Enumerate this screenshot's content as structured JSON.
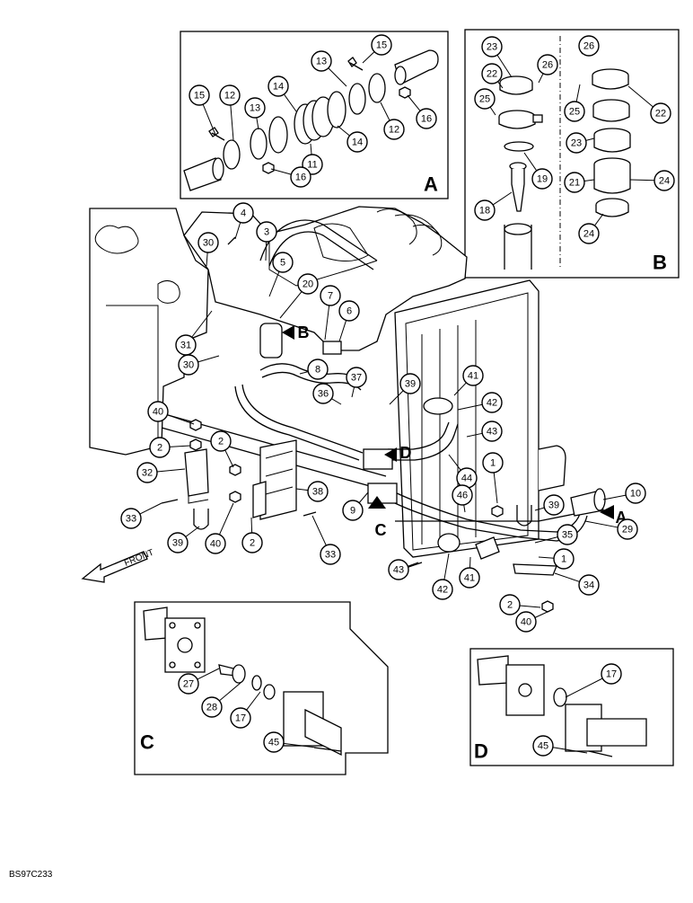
{
  "diagram": {
    "ref_code": "BS97C233",
    "front_label": "FRONT",
    "view_letters": [
      "A",
      "B",
      "C",
      "D"
    ],
    "callouts": [
      {
        "id": "c15a",
        "label": "15"
      },
      {
        "id": "c13a",
        "label": "13"
      },
      {
        "id": "c14a",
        "label": "14"
      },
      {
        "id": "c15b",
        "label": "15"
      },
      {
        "id": "c12a",
        "label": "12"
      },
      {
        "id": "c13b",
        "label": "13"
      },
      {
        "id": "c16a",
        "label": "16"
      },
      {
        "id": "c12b",
        "label": "12"
      },
      {
        "id": "c14b",
        "label": "14"
      },
      {
        "id": "c11",
        "label": "11"
      },
      {
        "id": "c16b",
        "label": "16"
      },
      {
        "id": "c23a",
        "label": "23"
      },
      {
        "id": "c22a",
        "label": "22"
      },
      {
        "id": "c26a",
        "label": "26"
      },
      {
        "id": "c25a",
        "label": "25"
      },
      {
        "id": "c19",
        "label": "19"
      },
      {
        "id": "c18",
        "label": "18"
      },
      {
        "id": "c26b",
        "label": "26"
      },
      {
        "id": "c25b",
        "label": "25"
      },
      {
        "id": "c22b",
        "label": "22"
      },
      {
        "id": "c23b",
        "label": "23"
      },
      {
        "id": "c21",
        "label": "21"
      },
      {
        "id": "c24a",
        "label": "24"
      },
      {
        "id": "c24b",
        "label": "24"
      },
      {
        "id": "c4",
        "label": "4"
      },
      {
        "id": "c30a",
        "label": "30"
      },
      {
        "id": "c3",
        "label": "3"
      },
      {
        "id": "c5",
        "label": "5"
      },
      {
        "id": "c20",
        "label": "20"
      },
      {
        "id": "c7",
        "label": "7"
      },
      {
        "id": "c6",
        "label": "6"
      },
      {
        "id": "c31",
        "label": "31"
      },
      {
        "id": "c30b",
        "label": "30"
      },
      {
        "id": "c8",
        "label": "8"
      },
      {
        "id": "c37",
        "label": "37"
      },
      {
        "id": "c36",
        "label": "36"
      },
      {
        "id": "c39a",
        "label": "39"
      },
      {
        "id": "c41a",
        "label": "41"
      },
      {
        "id": "c42a",
        "label": "42"
      },
      {
        "id": "c43a",
        "label": "43"
      },
      {
        "id": "c40a",
        "label": "40"
      },
      {
        "id": "c2a",
        "label": "2"
      },
      {
        "id": "c2b",
        "label": "2"
      },
      {
        "id": "c32",
        "label": "32"
      },
      {
        "id": "c38",
        "label": "38"
      },
      {
        "id": "c44",
        "label": "44"
      },
      {
        "id": "c1a",
        "label": "1"
      },
      {
        "id": "c33a",
        "label": "33"
      },
      {
        "id": "c39b",
        "label": "39"
      },
      {
        "id": "c40b",
        "label": "40"
      },
      {
        "id": "c2c",
        "label": "2"
      },
      {
        "id": "c33b",
        "label": "33"
      },
      {
        "id": "c9",
        "label": "9"
      },
      {
        "id": "c46",
        "label": "46"
      },
      {
        "id": "c39c",
        "label": "39"
      },
      {
        "id": "c10",
        "label": "10"
      },
      {
        "id": "c29",
        "label": "29"
      },
      {
        "id": "c35",
        "label": "35"
      },
      {
        "id": "c1b",
        "label": "1"
      },
      {
        "id": "c43b",
        "label": "43"
      },
      {
        "id": "c42b",
        "label": "42"
      },
      {
        "id": "c41b",
        "label": "41"
      },
      {
        "id": "c34",
        "label": "34"
      },
      {
        "id": "c2d",
        "label": "2"
      },
      {
        "id": "c40c",
        "label": "40"
      },
      {
        "id": "c27",
        "label": "27"
      },
      {
        "id": "c28",
        "label": "28"
      },
      {
        "id": "c17a",
        "label": "17"
      },
      {
        "id": "c45a",
        "label": "45"
      },
      {
        "id": "c17b",
        "label": "17"
      },
      {
        "id": "c45b",
        "label": "45"
      }
    ]
  }
}
